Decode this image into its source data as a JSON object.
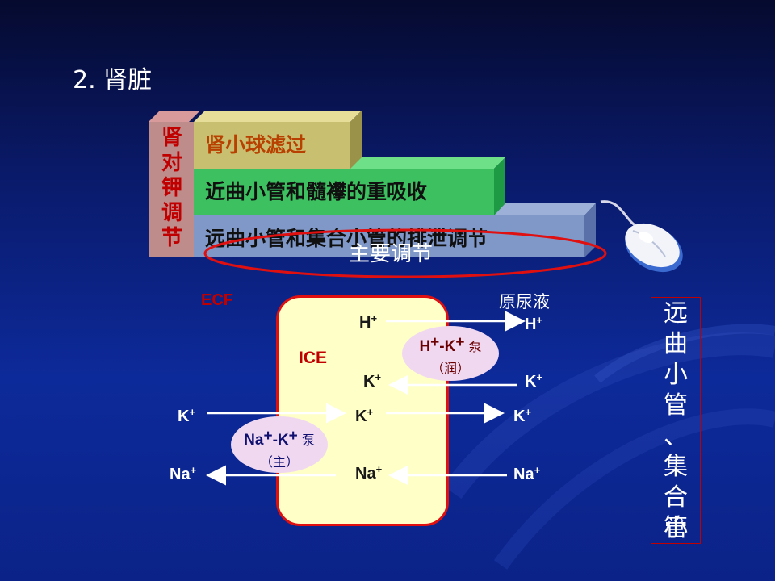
{
  "slide": {
    "title": "2. 肾脏"
  },
  "steps": {
    "side_label_chars": [
      "肾",
      "对",
      "钾",
      "调",
      "节"
    ],
    "step1": "肾小球滤过",
    "step2": "近曲小管和髓襻的重吸收",
    "step3": "远曲小管和集合小管的排泄调节",
    "highlight": "主要调节"
  },
  "cell_diagram": {
    "ecf_label": "ECF",
    "urine_label": "原尿液",
    "ice_label": "ICE",
    "ions": {
      "h_cell": "H",
      "h_urine": "H",
      "k_cell_top": "K",
      "k_urine_top": "K",
      "k_ecf": "K",
      "k_cell_mid": "K",
      "k_urine_mid": "K",
      "na_ecf": "Na",
      "na_cell": "Na",
      "na_urine": "Na"
    },
    "plus": "+",
    "hk_pump": {
      "ion": "H",
      "dash_k": "-K",
      "plus": "+",
      "word": "泵",
      "note": "（润）"
    },
    "nak_pump": {
      "ion": "Na",
      "dash_k": "-K",
      "plus": "+",
      "word": "泵",
      "note": "（主）"
    }
  },
  "side_box": {
    "chars": [
      "远",
      "曲",
      "小",
      "管",
      "、",
      "集",
      "合",
      "小",
      "管"
    ]
  },
  "colors": {
    "accent_red": "#c00000",
    "step1_fill": "#c8c070",
    "step2_fill": "#3cc060",
    "step3_fill": "#7f98c8",
    "cell_fill": "#ffffc8",
    "pump_fill": "#f0d8f0"
  },
  "icons": {
    "mouse": "computer-mouse-icon"
  }
}
